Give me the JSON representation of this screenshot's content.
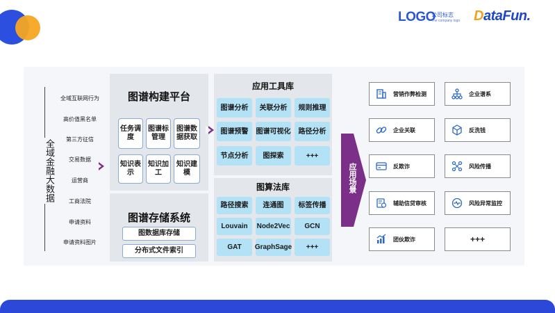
{
  "header": {
    "logo_text": "LOGO",
    "logo_cn": "公司标志",
    "logo_sub": "The company logo",
    "brand_d": "D",
    "brand_rest": "ataFun."
  },
  "sources": {
    "vertical_label": "全域金融大数据",
    "items": [
      "全域互联网行为",
      "高价值黑名单",
      "第三方征信",
      "交易数据",
      "运营商",
      "工商法院",
      "申请资料",
      "申请资料图片"
    ]
  },
  "build_platform": {
    "title": "图谱构建平台",
    "cells": [
      "任务调度",
      "图谱标管理",
      "图谱数据获取",
      "知识表示",
      "知识加工",
      "知识建模"
    ]
  },
  "storage": {
    "title": "图谱存储系统",
    "cells": [
      "图数据库存储",
      "分布式文件索引"
    ]
  },
  "tools": {
    "title": "应用工具库",
    "cells": [
      "图谱分析",
      "关联分析",
      "规则推理",
      "图谱预警",
      "图谱可视化",
      "路径分析",
      "节点分析",
      "图探索",
      "+++"
    ]
  },
  "algorithms": {
    "title": "图算法库",
    "cells": [
      "路径搜索",
      "连通图",
      "标签传播",
      "Louvain",
      "Node2Vec",
      "GCN",
      "GAT",
      "GraphSage",
      "+++"
    ]
  },
  "arrow_label": "应用场景",
  "scenarios": [
    {
      "label": "营销作弊检测",
      "icon": "building-icon"
    },
    {
      "label": "企业谱系",
      "icon": "org-tree-icon"
    },
    {
      "label": "企业关联",
      "icon": "link-icon"
    },
    {
      "label": "反洗钱",
      "icon": "cube-icon"
    },
    {
      "label": "反欺诈",
      "icon": "card-icon"
    },
    {
      "label": "风险传播",
      "icon": "network-icon"
    },
    {
      "label": "辅助信贷审核",
      "icon": "bill-icon"
    },
    {
      "label": "风险异常监控",
      "icon": "monitor-icon"
    },
    {
      "label": "团伙欺诈",
      "icon": "chart-icon"
    },
    {
      "label": "+++",
      "icon": ""
    }
  ],
  "colors": {
    "brand_blue": "#2b57d6",
    "accent_orange": "#f5a623",
    "arrow_purple": "#7b2f88",
    "cell_blue": "#b3e1f5",
    "band_blue": "#2c48d9"
  }
}
